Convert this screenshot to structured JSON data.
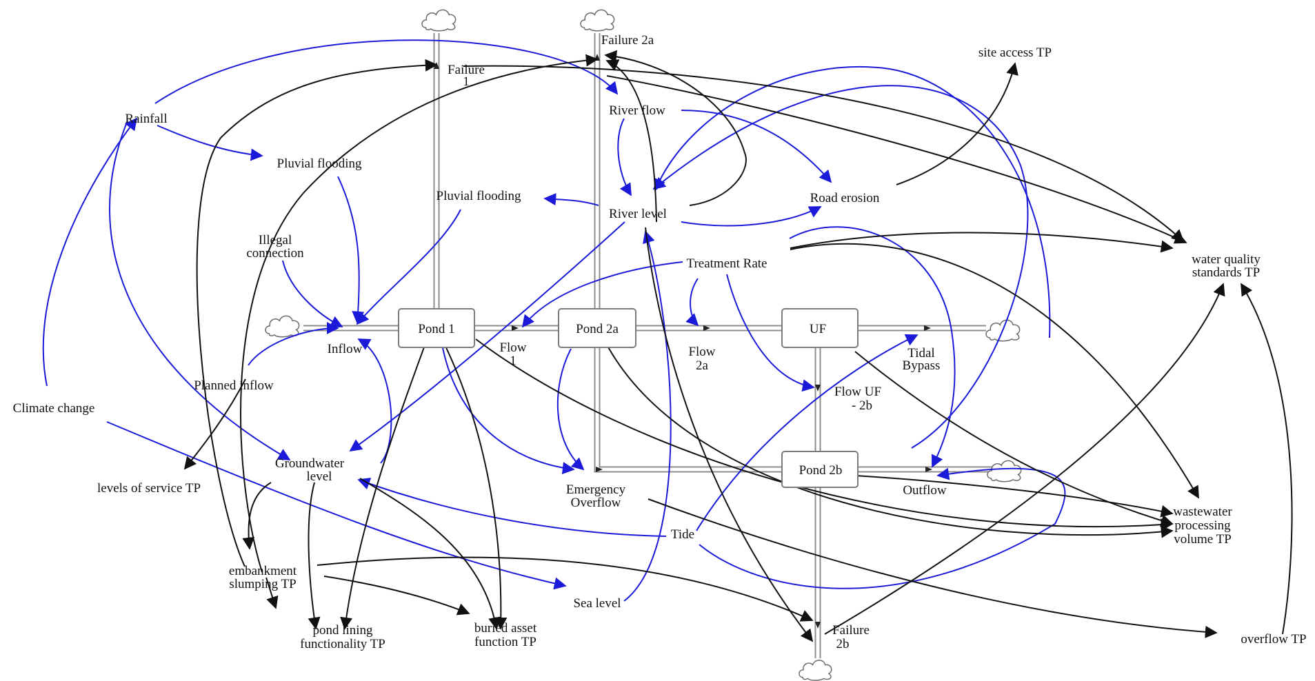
{
  "colors": {
    "influence": "#1a1ad8",
    "feedback": "#111111",
    "stock_border": "#7a7a7a",
    "background": "#ffffff"
  },
  "stocks": {
    "pond_1": "Pond 1",
    "pond_2a": "Pond 2a",
    "uf": "UF",
    "pond_2b": "Pond 2b"
  },
  "flows": {
    "failure_1": [
      "Failure",
      "1"
    ],
    "failure_2a": "Failure 2a",
    "flow_1": [
      "Flow",
      "1"
    ],
    "flow_2a": [
      "Flow",
      "2a"
    ],
    "tidal_bypass": [
      "Tidal",
      "Bypass"
    ],
    "flow_uf_2b": [
      "Flow UF",
      "- 2b"
    ],
    "outflow": "Outflow",
    "emergency_overflow": [
      "Emergency",
      "Overflow"
    ],
    "failure_2b": [
      "Failure",
      "2b"
    ],
    "inflow": "Inflow"
  },
  "variables": {
    "rainfall": "Rainfall",
    "pluvial_flooding_1": "Pluvial flooding",
    "pluvial_flooding_2": "Pluvial flooding",
    "illegal_connection": [
      "Illegal",
      "connection"
    ],
    "planned_inflow": "Planned inflow",
    "climate_change": "Climate change",
    "levels_of_service": "levels of service TP",
    "groundwater_level": [
      "Groundwater",
      "level"
    ],
    "embankment_slumping": [
      "embankment",
      "slumping TP"
    ],
    "pond_lining": [
      "pond lining",
      "functionality TP"
    ],
    "buried_asset": [
      "buried asset",
      "function TP"
    ],
    "sea_level": "Sea level",
    "tide": "Tide",
    "river_flow": "River flow",
    "river_level": "River level",
    "road_erosion": "Road erosion",
    "site_access": "site access TP",
    "treatment_rate": "Treatment Rate",
    "water_quality": [
      "water quality",
      "standards TP"
    ],
    "wastewater": [
      "wastewater",
      "processing",
      "volume TP"
    ],
    "overflow_tp": "overflow TP"
  }
}
